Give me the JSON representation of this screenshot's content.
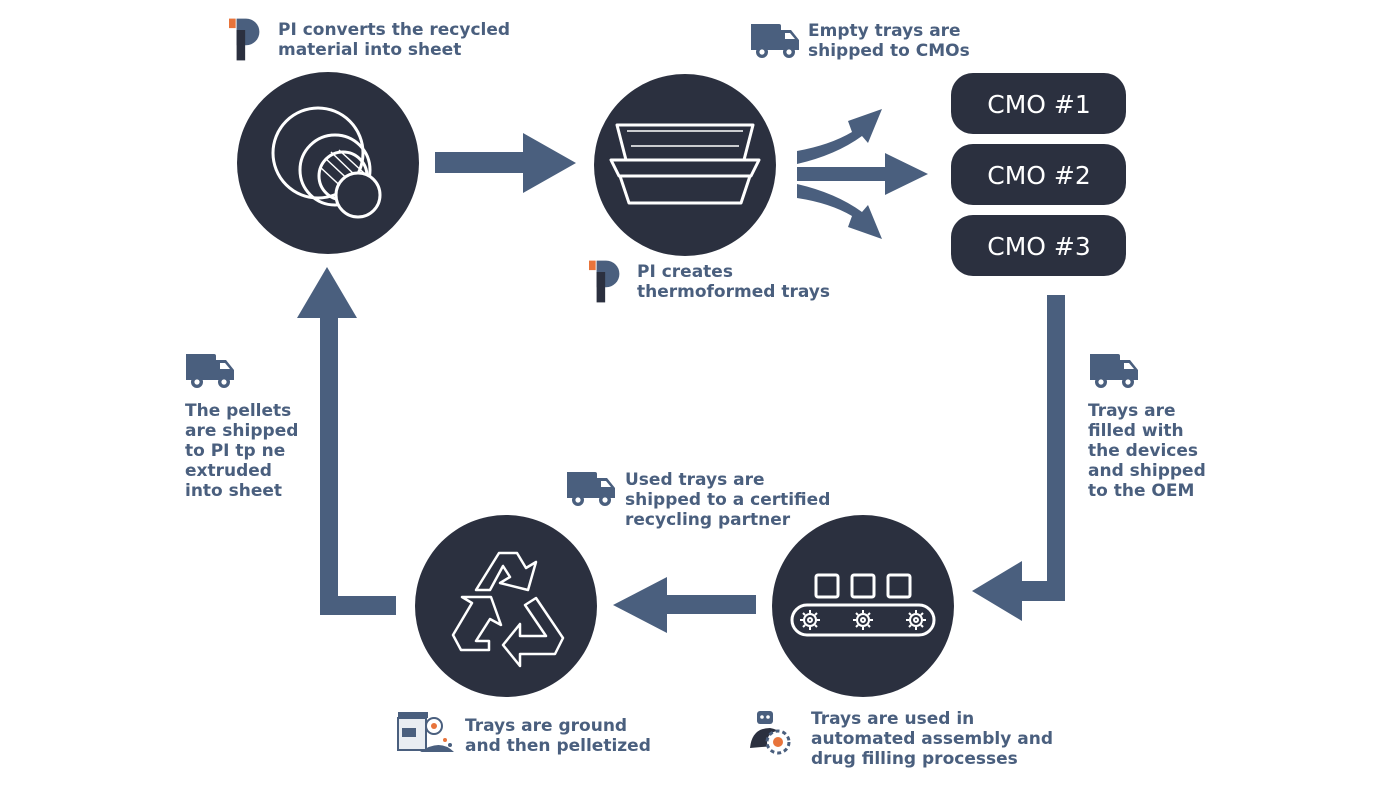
{
  "colors": {
    "dark": "#2b303f",
    "arrow": "#4a5f7e",
    "text": "#4a5f7e",
    "logo_orange": "#e8743b",
    "white": "#ffffff"
  },
  "icons": {
    "truck": "truck-icon",
    "logo": "pi-logo",
    "grinder": "grinder-icon",
    "robot": "robot-gear-icon"
  },
  "steps": {
    "converts_sheet": "PI converts the recycled\nmaterial into sheet",
    "empty_trays": "Empty trays are\nshipped to CMOs",
    "creates_trays": "PI creates\nthermoformed trays",
    "filled_shipped": "Trays are\nfilled with\nthe devices\nand shipped\nto the OEM",
    "used_trays": "Used trays are\nshipped to a certified\nrecycling partner",
    "ground_pelletized": "Trays are ground\nand then pelletized",
    "assembly_filling": "Trays are used in\nautomated assembly and\ndrug filling processes",
    "pellets_shipped": "The  pellets\nare shipped\nto PI tp ne\nextruded\ninto sheet"
  },
  "cmos": [
    "CMO #1",
    "CMO #2",
    "CMO #3"
  ]
}
